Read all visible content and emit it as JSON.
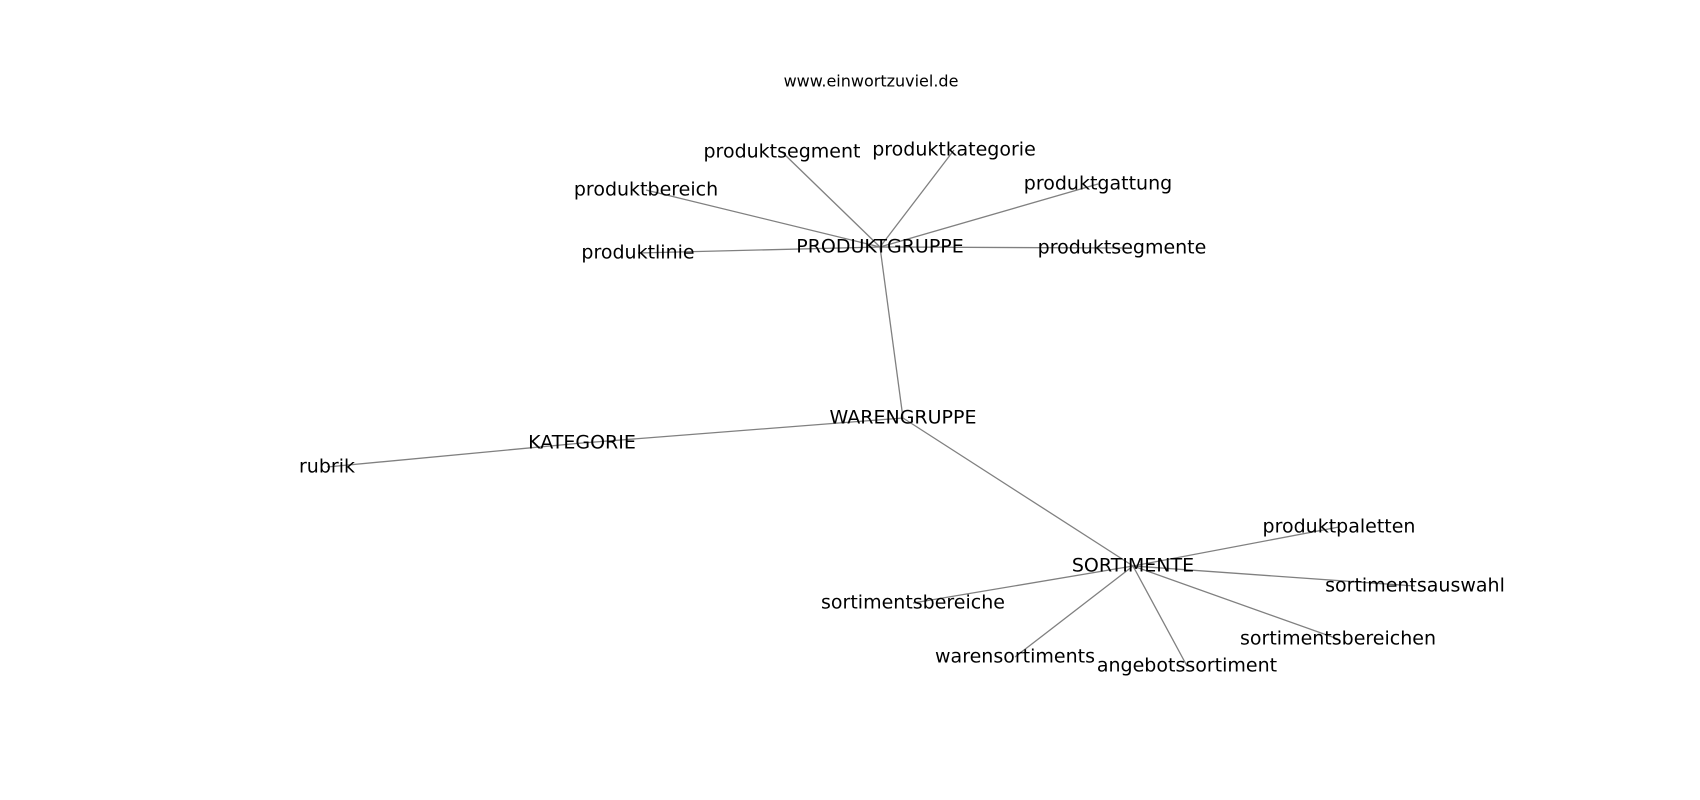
{
  "watermark": "www.einwortzuviel.de",
  "colors": {
    "edge": "#808080",
    "text": "#000000",
    "background": "#ffffff"
  },
  "nodes": [
    {
      "id": "warengruppe",
      "label": "WARENGRUPPE"
    },
    {
      "id": "produktgruppe",
      "label": "PRODUKTGRUPPE"
    },
    {
      "id": "kategorie",
      "label": "KATEGORIE"
    },
    {
      "id": "sortimente",
      "label": "SORTIMENTE"
    },
    {
      "id": "rubrik",
      "label": "rubrik"
    },
    {
      "id": "produktsegment",
      "label": "produktsegment"
    },
    {
      "id": "produktkategorie",
      "label": "produktkategorie"
    },
    {
      "id": "produktbereich",
      "label": "produktbereich"
    },
    {
      "id": "produktgattung",
      "label": "produktgattung"
    },
    {
      "id": "produktlinie",
      "label": "produktlinie"
    },
    {
      "id": "produktsegmente",
      "label": "produktsegmente"
    },
    {
      "id": "produktpaletten",
      "label": "produktpaletten"
    },
    {
      "id": "sortimentsauswahl",
      "label": "sortimentsauswahl"
    },
    {
      "id": "sortimentsbereiche",
      "label": "sortimentsbereiche"
    },
    {
      "id": "sortimentsbereichen",
      "label": "sortimentsbereichen"
    },
    {
      "id": "warensortiments",
      "label": "warensortiments"
    },
    {
      "id": "angebotssortiment",
      "label": "angebotssortiment"
    }
  ],
  "edges": [
    [
      "warengruppe",
      "produktgruppe"
    ],
    [
      "warengruppe",
      "kategorie"
    ],
    [
      "warengruppe",
      "sortimente"
    ],
    [
      "kategorie",
      "rubrik"
    ],
    [
      "produktgruppe",
      "produktsegment"
    ],
    [
      "produktgruppe",
      "produktkategorie"
    ],
    [
      "produktgruppe",
      "produktbereich"
    ],
    [
      "produktgruppe",
      "produktgattung"
    ],
    [
      "produktgruppe",
      "produktlinie"
    ],
    [
      "produktgruppe",
      "produktsegmente"
    ],
    [
      "sortimente",
      "produktpaletten"
    ],
    [
      "sortimente",
      "sortimentsauswahl"
    ],
    [
      "sortimente",
      "sortimentsbereiche"
    ],
    [
      "sortimente",
      "sortimentsbereichen"
    ],
    [
      "sortimente",
      "warensortiments"
    ],
    [
      "sortimente",
      "angebotssortiment"
    ]
  ]
}
